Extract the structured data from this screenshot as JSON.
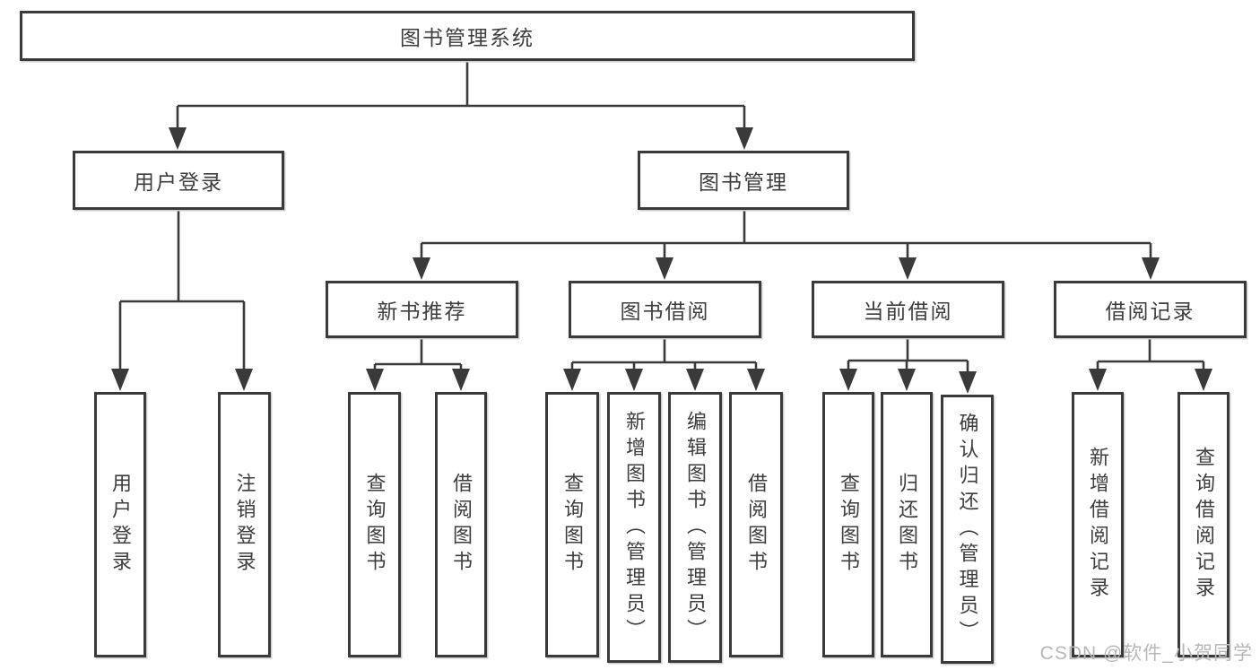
{
  "diagram": {
    "root": "图书管理系统",
    "login": {
      "label": "用户登录",
      "children": [
        "用户登录",
        "注销登录"
      ]
    },
    "mgmt": {
      "label": "图书管理"
    },
    "groups": [
      {
        "label": "新书推荐",
        "children": [
          "查询图书",
          "借阅图书"
        ]
      },
      {
        "label": "图书借阅",
        "children": [
          "查询图书",
          "新增图书（管理员）",
          "编辑图书（管理员）",
          "借阅图书"
        ]
      },
      {
        "label": "当前借阅",
        "children": [
          "查询图书",
          "归还图书",
          "确认归还（管理员）"
        ]
      },
      {
        "label": "借阅记录",
        "children": [
          "新增借阅记录",
          "查询借阅记录"
        ]
      }
    ]
  },
  "watermark": "CSDN @软件_小贺同学",
  "colors": {
    "line": "#3a3a3a",
    "text": "#3d3d3d",
    "watermark": "#b7b7b7",
    "background": "#ffffff"
  }
}
